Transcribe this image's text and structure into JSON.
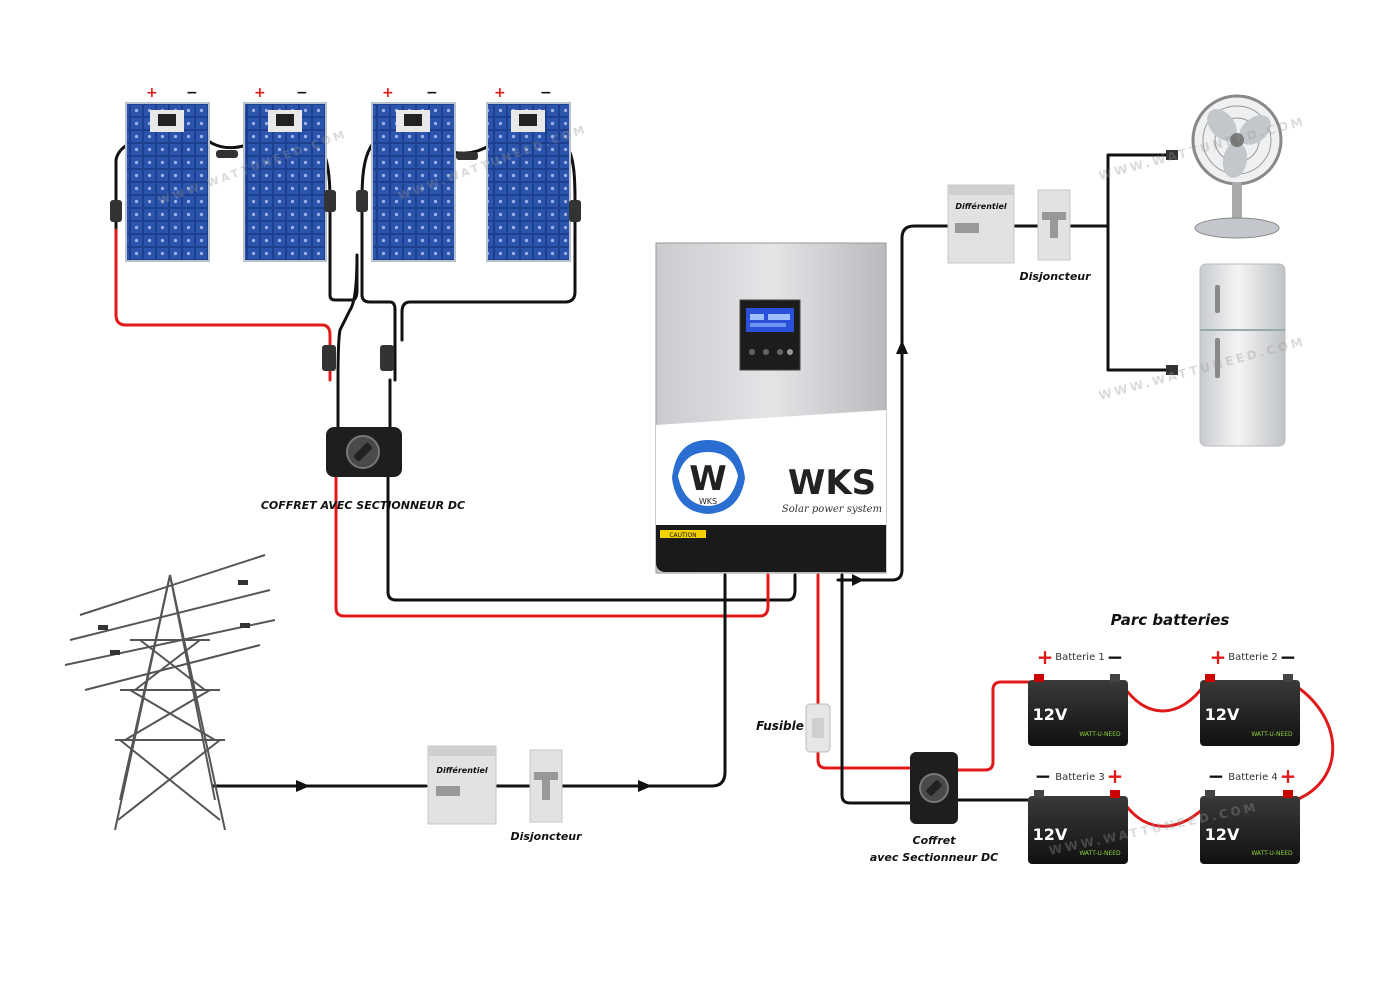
{
  "labels": {
    "coffret_solar": "COFFRET AVEC SECTIONNEUR DC",
    "differentiel": "Différentiel",
    "disjoncteur": "Disjoncteur",
    "parc_batteries": "Parc batteries",
    "fusible": "Fusible",
    "coffret_batt_line1": "Coffret",
    "coffret_batt_line2": "avec Sectionneur DC"
  },
  "inverter": {
    "brand": "WKS",
    "logo_letter": "W",
    "logo_small": "WKS",
    "tagline": "Solar power system",
    "caution": "CAUTION"
  },
  "panels": {
    "plus": "+",
    "minus": "−"
  },
  "batteries": [
    {
      "name": "Batterie 1",
      "voltage": "12V",
      "brand": "WATT-U-NEED"
    },
    {
      "name": "Batterie 2",
      "voltage": "12V",
      "brand": "WATT-U-NEED"
    },
    {
      "name": "Batterie 3",
      "voltage": "12V",
      "brand": "WATT-U-NEED"
    },
    {
      "name": "Batterie 4",
      "voltage": "12V",
      "brand": "WATT-U-NEED"
    }
  ],
  "battery_signs": {
    "plus": "+",
    "minus": "−"
  },
  "watermark": "WWW.WATTUNEED.COM",
  "colors": {
    "positive_wire": "#e01a1a",
    "negative_wire": "#111111",
    "panel_blue": "#1d3f8f",
    "logo_blue": "#2a6ed1"
  }
}
